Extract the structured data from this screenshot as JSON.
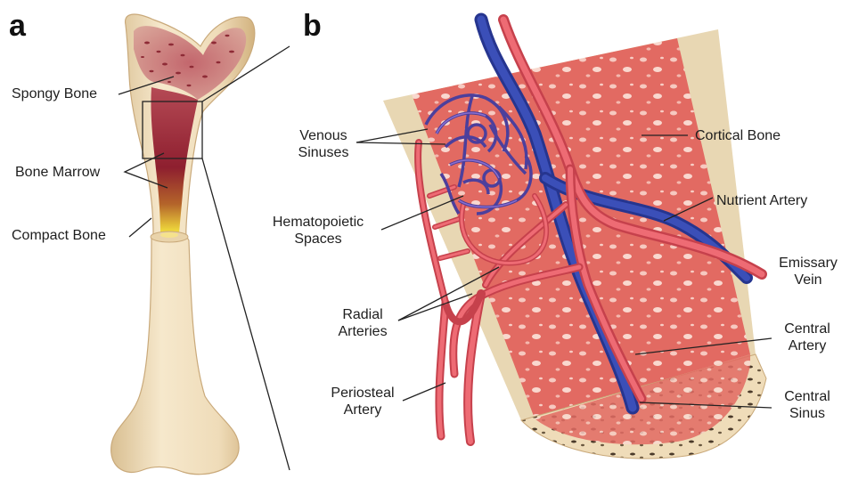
{
  "panels": {
    "a": "a",
    "b": "b"
  },
  "colors": {
    "bone": "#efdcb9",
    "bone_shade": "#d7bb8c",
    "marrow": "#9e2a3a",
    "spongy": "#c77e76",
    "yellow_marrow": "#f2df3a",
    "tissue": "#e36a63",
    "artery": "#e85e68",
    "vein": "#3344a6",
    "sinus": "#5c4c9a",
    "cortical": "#e7d6b1"
  },
  "labels_a": {
    "spongy_bone": "Spongy Bone",
    "bone_marrow": "Bone Marrow",
    "compact_bone": "Compact Bone"
  },
  "labels_b": {
    "venous_sinuses": [
      "Venous",
      "Sinuses"
    ],
    "hematopoietic_spaces": [
      "Hematopoietic",
      "Spaces"
    ],
    "radial_arteries": [
      "Radial",
      "Arteries"
    ],
    "periosteal_artery": [
      "Periosteal",
      "Artery"
    ],
    "cortical_bone": "Cortical Bone",
    "nutrient_artery": "Nutrient Artery",
    "emissary_vein": [
      "Emissary",
      "Vein"
    ],
    "central_artery": [
      "Central",
      "Artery"
    ],
    "central_sinus": [
      "Central",
      "Sinus"
    ]
  }
}
